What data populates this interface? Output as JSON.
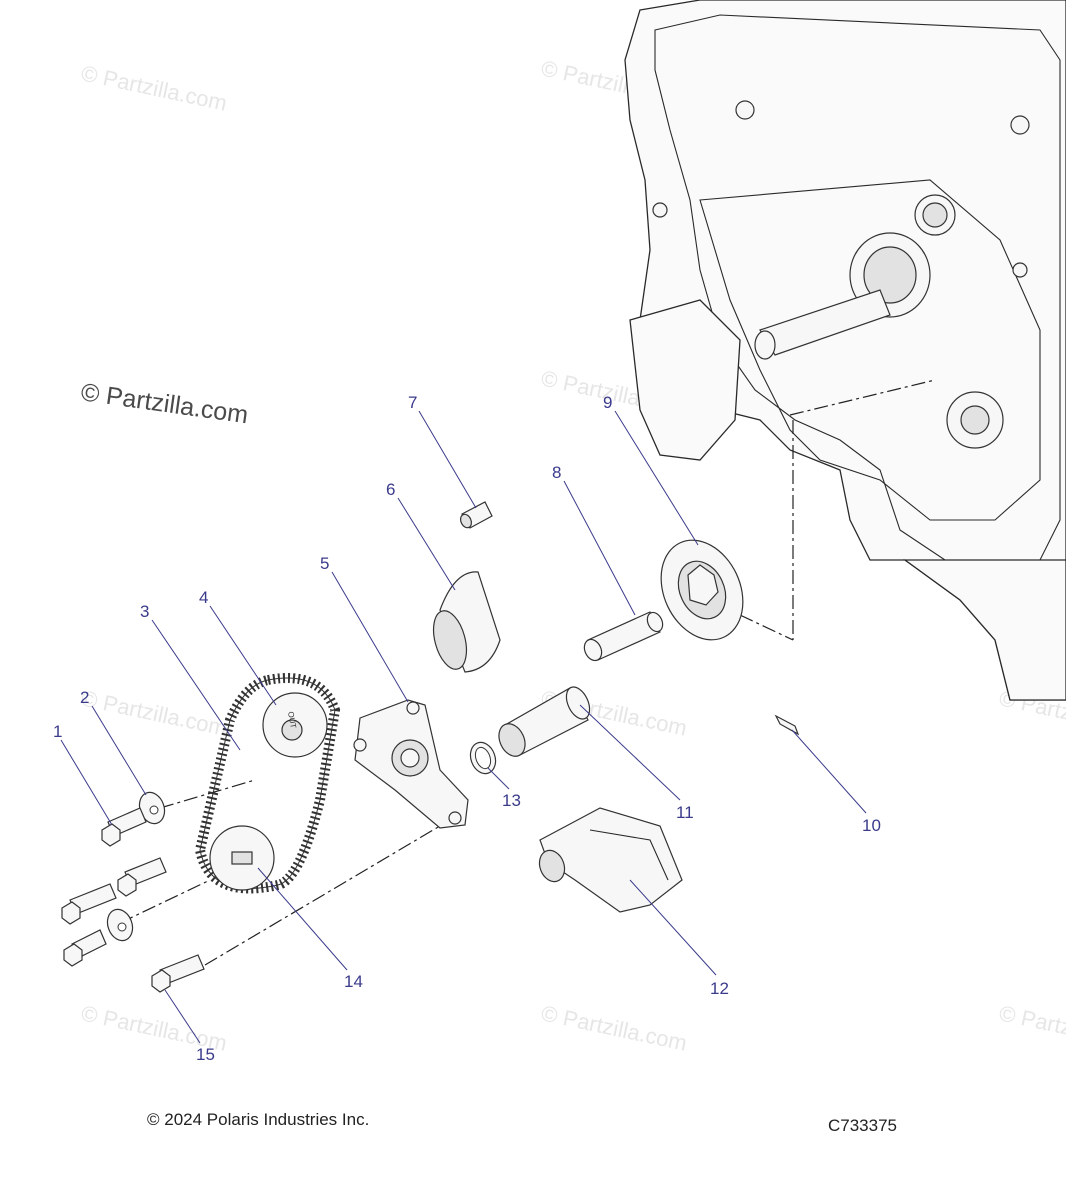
{
  "diagram": {
    "watermark_main": "© Partzilla.com",
    "watermark_faint": "© Partzilla.com",
    "callouts": [
      {
        "id": "1",
        "label": "1"
      },
      {
        "id": "2",
        "label": "2"
      },
      {
        "id": "3",
        "label": "3"
      },
      {
        "id": "4",
        "label": "4"
      },
      {
        "id": "5",
        "label": "5"
      },
      {
        "id": "6",
        "label": "6"
      },
      {
        "id": "7",
        "label": "7"
      },
      {
        "id": "8",
        "label": "8"
      },
      {
        "id": "9",
        "label": "9"
      },
      {
        "id": "10",
        "label": "10"
      },
      {
        "id": "11",
        "label": "11"
      },
      {
        "id": "12",
        "label": "12"
      },
      {
        "id": "13",
        "label": "13"
      },
      {
        "id": "14",
        "label": "14"
      },
      {
        "id": "15",
        "label": "15"
      }
    ],
    "sprocket_marking": "OUT"
  },
  "footer": {
    "copyright": "© 2024 Polaris Industries Inc.",
    "diagram_code": "C733375"
  }
}
